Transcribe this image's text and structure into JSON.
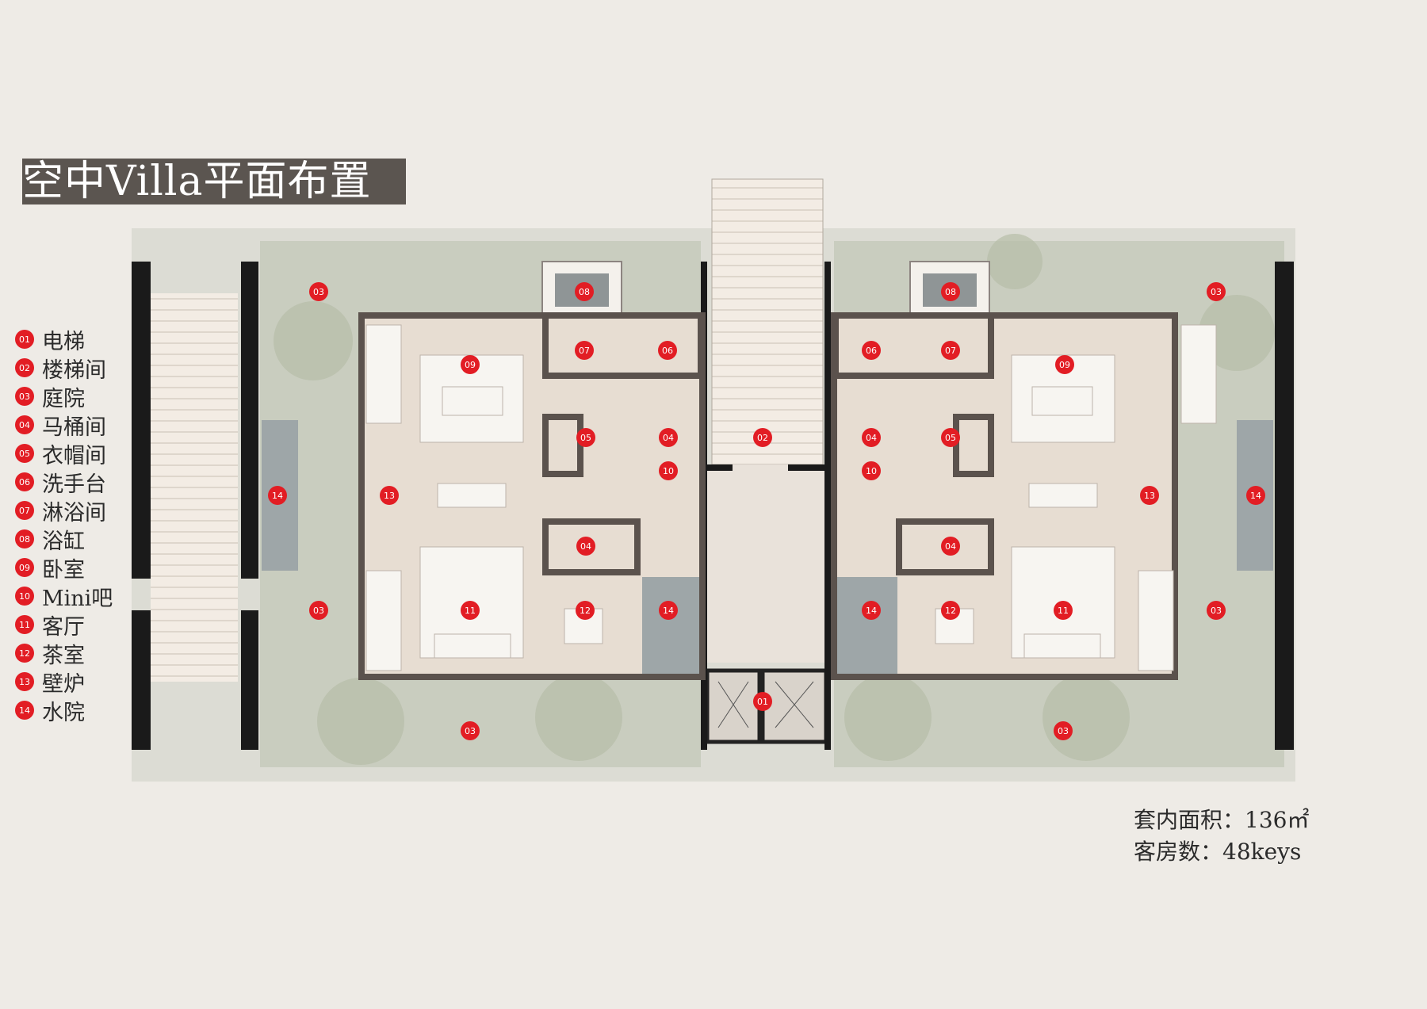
{
  "title": "空中Villa平面布置",
  "legend": [
    {
      "num": "01",
      "label": "电梯"
    },
    {
      "num": "02",
      "label": "楼梯间"
    },
    {
      "num": "03",
      "label": "庭院"
    },
    {
      "num": "04",
      "label": "马桶间"
    },
    {
      "num": "05",
      "label": "衣帽间"
    },
    {
      "num": "06",
      "label": "洗手台"
    },
    {
      "num": "07",
      "label": "淋浴间"
    },
    {
      "num": "08",
      "label": "浴缸"
    },
    {
      "num": "09",
      "label": "卧室"
    },
    {
      "num": "10",
      "label": "Mini吧"
    },
    {
      "num": "11",
      "label": "客厅"
    },
    {
      "num": "12",
      "label": "茶室"
    },
    {
      "num": "13",
      "label": "壁炉"
    },
    {
      "num": "14",
      "label": "水院"
    }
  ],
  "info": {
    "area": "套内面积：136㎡",
    "rooms": "客房数：48keys"
  },
  "colors": {
    "marker": "#e21d24",
    "title_bg": "#5b5550",
    "courtyard": "#c9cdbf",
    "interior": "#e7ddd2",
    "water": "#9ea6a8",
    "wall": "#1a1a1a"
  },
  "markers": [
    "03",
    "08",
    "07",
    "06",
    "09",
    "05",
    "04",
    "10",
    "13",
    "14",
    "04",
    "11",
    "12",
    "14",
    "03",
    "02",
    "01",
    "03",
    "03",
    "08",
    "07",
    "06",
    "09",
    "05",
    "04",
    "10",
    "13",
    "14",
    "04",
    "11",
    "12",
    "14",
    "03",
    "03"
  ]
}
